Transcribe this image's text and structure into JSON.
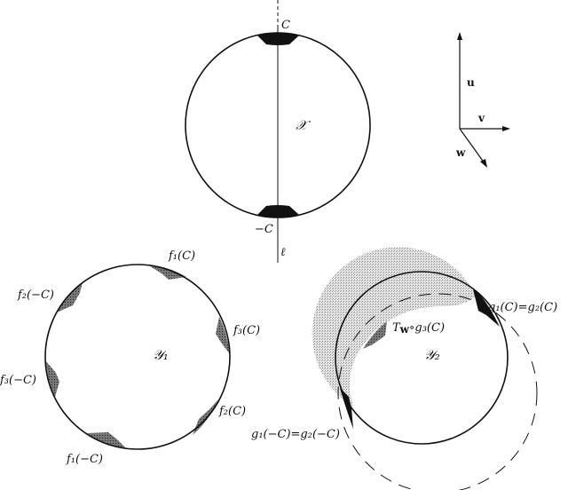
{
  "top_figure": {
    "label_C": "C",
    "label_negC": "−C",
    "label_set": "𝒳",
    "label_line": "ℓ"
  },
  "axes": {
    "u": "u",
    "v": "v",
    "w": "w"
  },
  "left_figure": {
    "label_set": "𝒴₁",
    "labels": [
      "f₁(C)",
      "f₂(−C)",
      "f₃(C)",
      "f₃(−C)",
      "f₂(C)",
      "f₁(−C)"
    ]
  },
  "right_figure": {
    "label_set": "𝒴₂",
    "label_g_C": "g₁(C)=g₂(C)",
    "label_g_negC": "g₁(−C)=g₂(−C)",
    "label_T": "T",
    "label_T_sub": "w",
    "label_T_rest": "∘g₃(C)"
  },
  "colors": {
    "ink": "#111111",
    "dark_fill": "#111111",
    "hatch_fill": "#555555",
    "light_fill": "#cfcfcf"
  }
}
